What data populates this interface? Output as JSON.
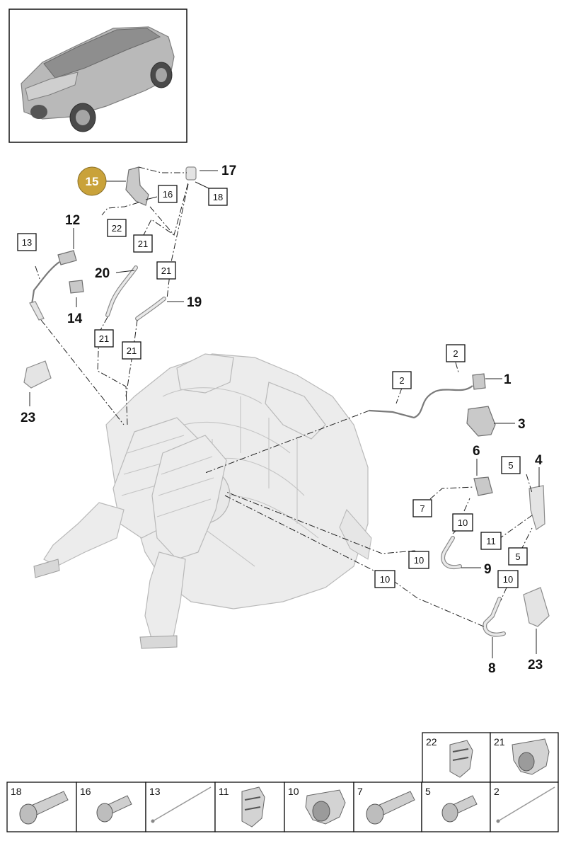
{
  "overview": {
    "icon": "vehicle-overview-icon"
  },
  "highlight": {
    "number": "15",
    "color": "#c9a23a"
  },
  "callouts": {
    "c1": "1",
    "c3": "3",
    "c4": "4",
    "c6": "6",
    "c8": "8",
    "c9": "9",
    "c12": "12",
    "c14": "14",
    "c17": "17",
    "c19": "19",
    "c20": "20",
    "c23a": "23",
    "c23b": "23"
  },
  "ref_boxes": {
    "b16": "16",
    "b18": "18",
    "b22": "22",
    "b13": "13",
    "b21a": "21",
    "b21b": "21",
    "b21c": "21",
    "b21d": "21",
    "b2a": "2",
    "b2b": "2",
    "b5a": "5",
    "b5b": "5",
    "b7": "7",
    "b10a": "10",
    "b10b": "10",
    "b10c": "10",
    "b10d": "10",
    "b11": "11"
  },
  "fastener_table": {
    "top_row": [
      {
        "number": "22",
        "icon": "double-clip-icon"
      },
      {
        "number": "21",
        "icon": "pipe-clamp-icon"
      }
    ],
    "bottom_row": [
      {
        "number": "18",
        "icon": "flange-bolt-icon"
      },
      {
        "number": "16",
        "icon": "short-bolt-icon"
      },
      {
        "number": "13",
        "icon": "cable-tie-icon"
      },
      {
        "number": "11",
        "icon": "double-clip-icon"
      },
      {
        "number": "10",
        "icon": "hose-clip-icon"
      },
      {
        "number": "7",
        "icon": "flange-bolt-icon"
      },
      {
        "number": "5",
        "icon": "short-bolt-icon"
      },
      {
        "number": "2",
        "icon": "cable-tie-icon"
      }
    ]
  }
}
